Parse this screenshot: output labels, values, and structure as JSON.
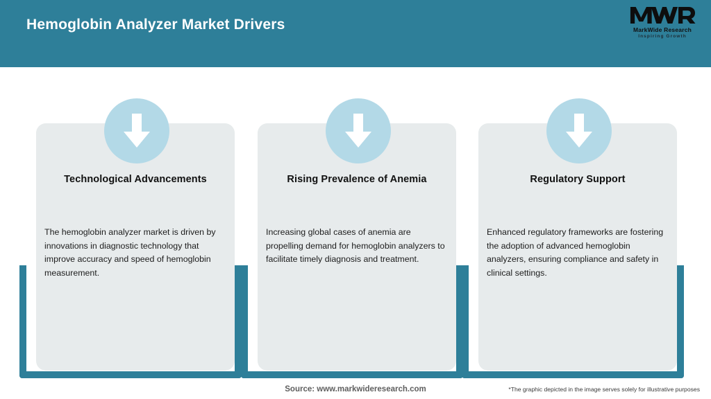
{
  "header": {
    "title": "Hemoglobin Analyzer Market Drivers",
    "background_color": "#2e7f99",
    "title_color": "#ffffff"
  },
  "logo": {
    "mark": "MWR",
    "name": "MarkWide Research",
    "tagline": "Inspiring Growth"
  },
  "cards": [
    {
      "icon": "down-arrow-icon",
      "title": "Technological Advancements",
      "body": "The hemoglobin analyzer market is driven by innovations in diagnostic technology that improve accuracy and speed of hemoglobin measurement."
    },
    {
      "icon": "down-arrow-icon",
      "title": "Rising Prevalence of Anemia",
      "body": "Increasing global cases of anemia are propelling demand for hemoglobin analyzers to facilitate timely diagnosis and treatment."
    },
    {
      "icon": "down-arrow-icon",
      "title": "Regulatory Support",
      "body": "Enhanced regulatory frameworks are fostering the adoption of advanced hemoglobin analyzers, ensuring compliance and safety in clinical settings."
    }
  ],
  "footer": {
    "source": "Source: www.markwideresearch.com",
    "note": "*The graphic depicted in the image serves solely for illustrative purposes"
  },
  "colors": {
    "accent_teal": "#2e7f99",
    "card_grey": "#e7ebec",
    "circle_blue": "#b3d9e7",
    "page_background": "#ffffff"
  }
}
